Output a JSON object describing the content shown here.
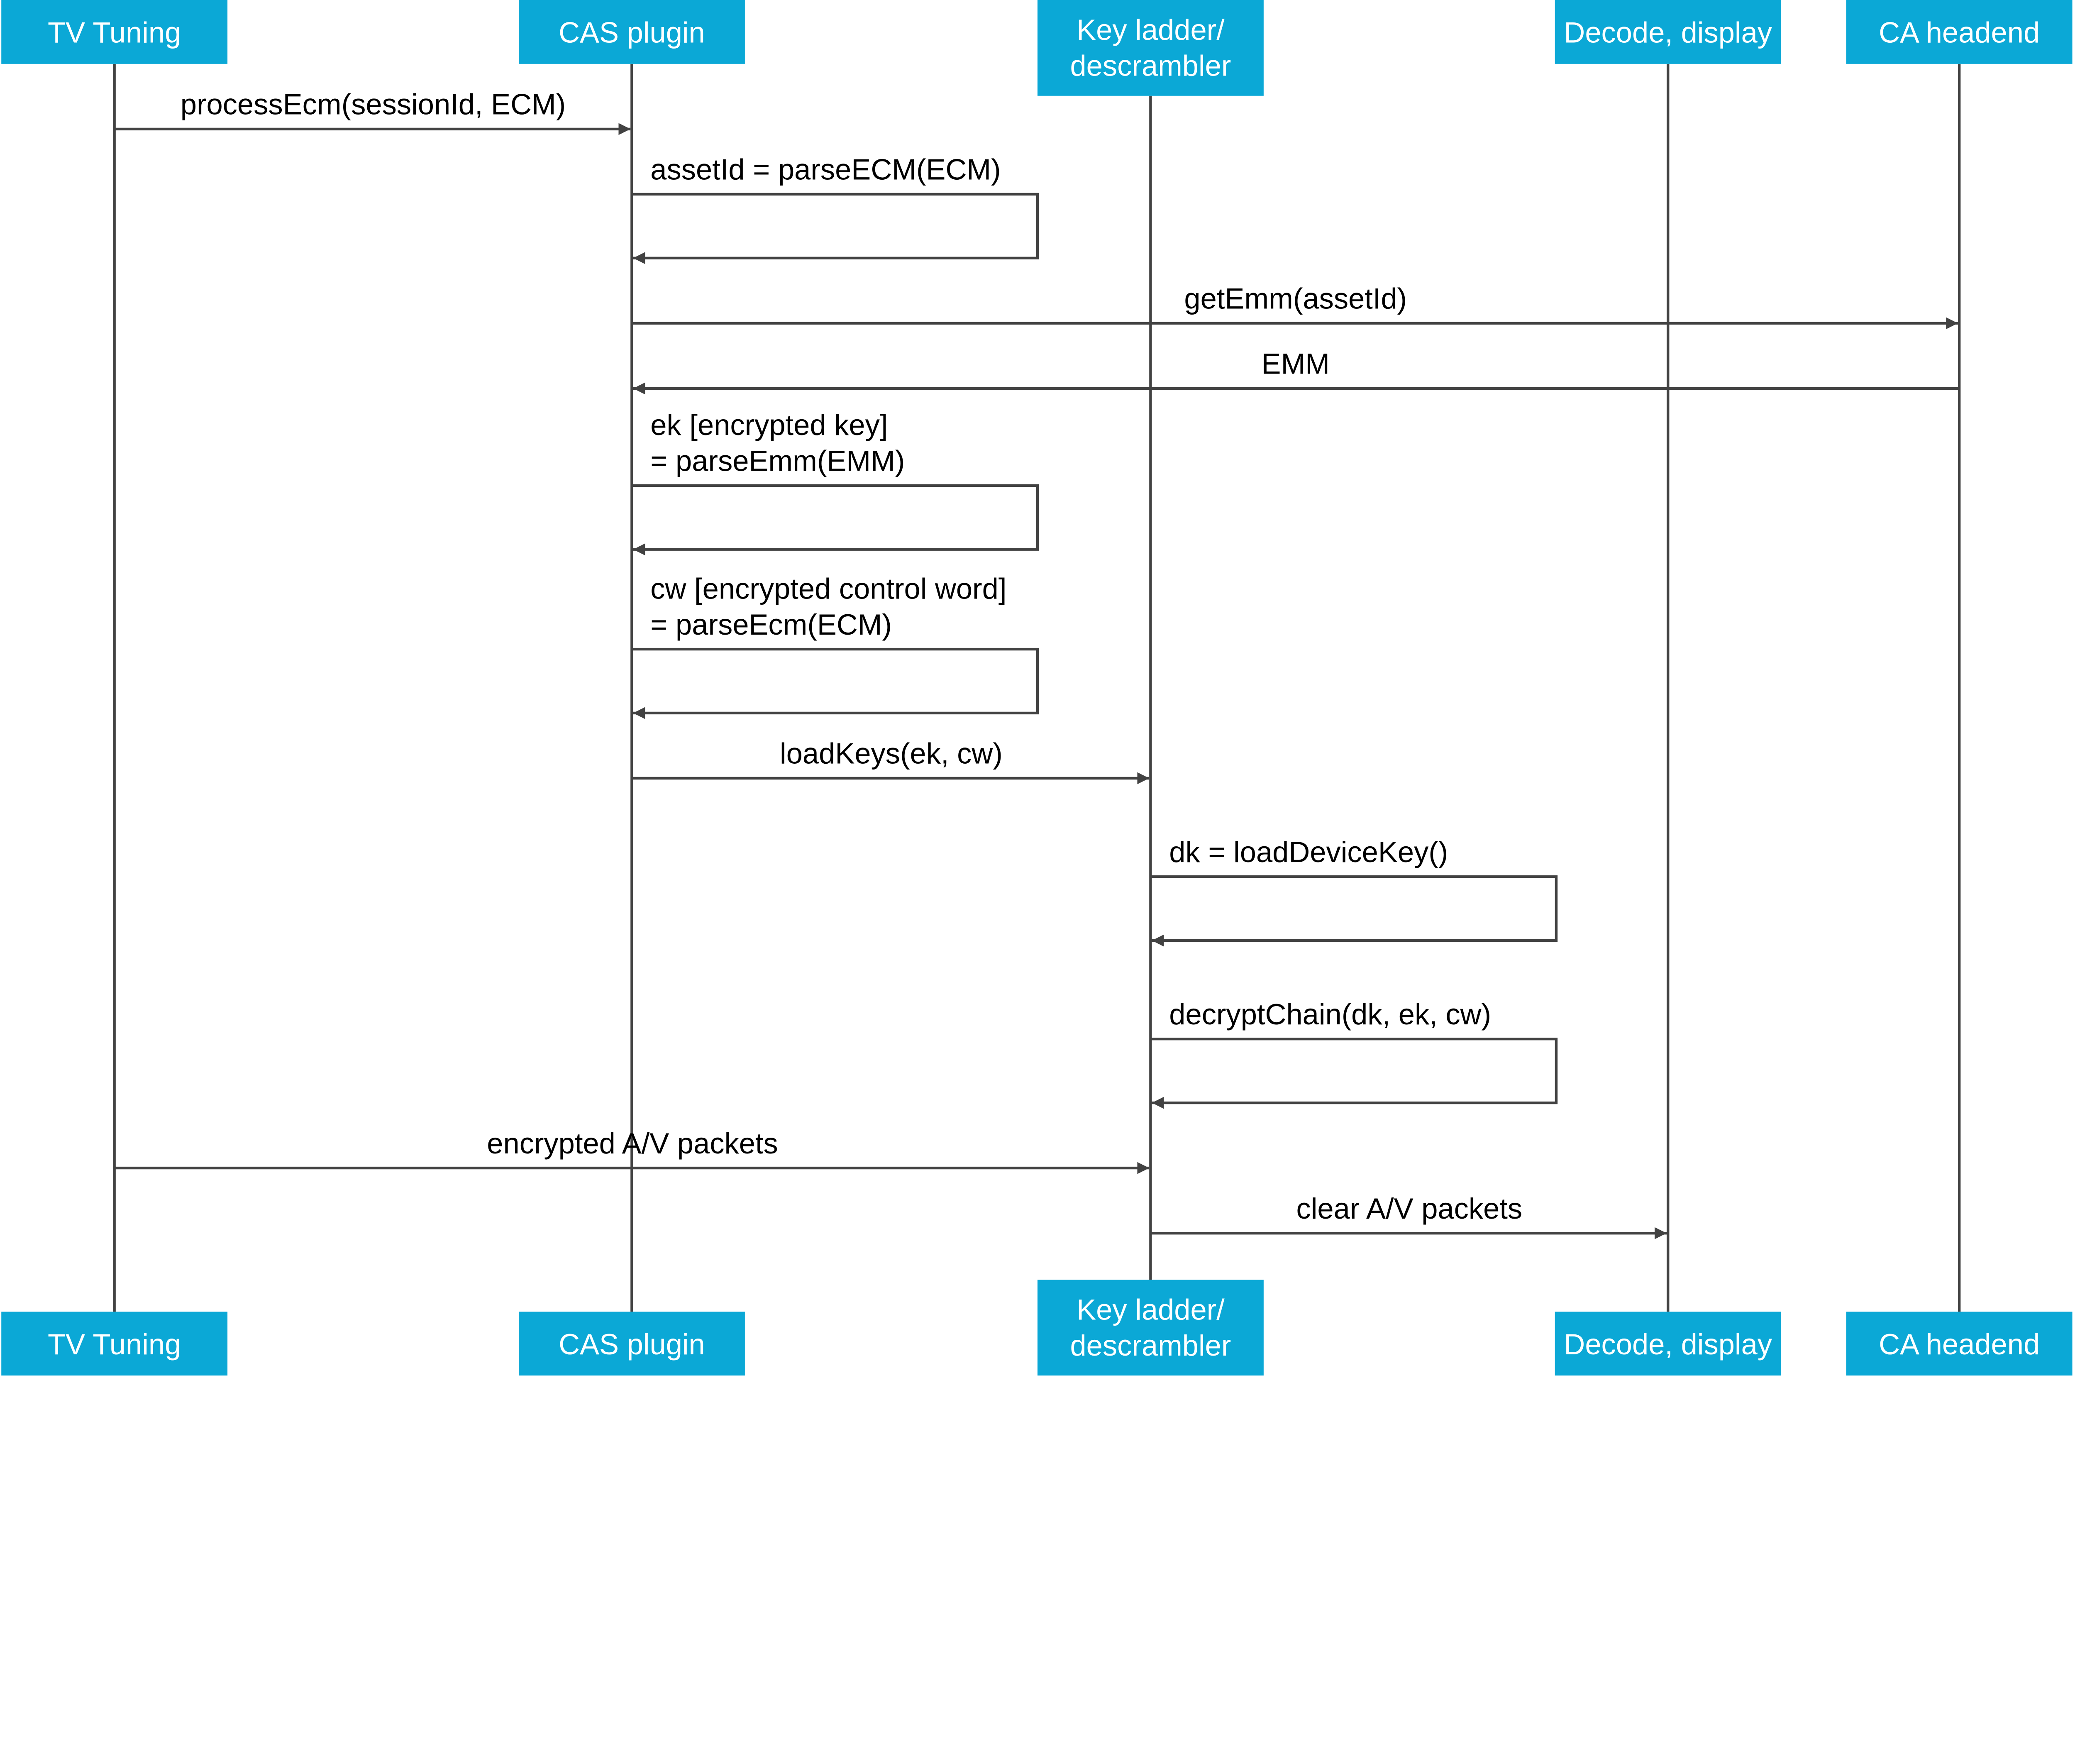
{
  "colors": {
    "participant_fill": "#0BA8D6",
    "participant_text": "#FFFFFF",
    "line": "#424242",
    "label": "#000000"
  },
  "participants": [
    {
      "label": [
        "TV Tuning"
      ]
    },
    {
      "label": [
        "CAS plugin"
      ]
    },
    {
      "label": [
        "Key ladder/",
        "descrambler"
      ]
    },
    {
      "label": [
        "Decode, display"
      ]
    },
    {
      "label": [
        "CA headend"
      ]
    }
  ],
  "messages": [
    {
      "from": 0,
      "to": 1,
      "label": [
        "processEcm(sessionId, ECM)"
      ]
    },
    {
      "from": 1,
      "to": 1,
      "label": [
        "assetId = parseECM(ECM)"
      ]
    },
    {
      "from": 1,
      "to": 4,
      "label": [
        "getEmm(assetId)"
      ]
    },
    {
      "from": 4,
      "to": 1,
      "label": [
        "EMM"
      ]
    },
    {
      "from": 1,
      "to": 1,
      "label": [
        "ek [encrypted key]",
        "= parseEmm(EMM)"
      ]
    },
    {
      "from": 1,
      "to": 1,
      "label": [
        "cw [encrypted control word]",
        "= parseEcm(ECM)"
      ]
    },
    {
      "from": 1,
      "to": 2,
      "label": [
        "loadKeys(ek, cw)"
      ]
    },
    {
      "from": 2,
      "to": 2,
      "label": [
        "dk = loadDeviceKey()"
      ]
    },
    {
      "from": 2,
      "to": 2,
      "label": [
        "decryptChain(dk, ek, cw)"
      ]
    },
    {
      "from": 0,
      "to": 2,
      "label": [
        "encrypted A/V packets"
      ]
    },
    {
      "from": 2,
      "to": 3,
      "label": [
        "clear A/V packets"
      ]
    }
  ]
}
